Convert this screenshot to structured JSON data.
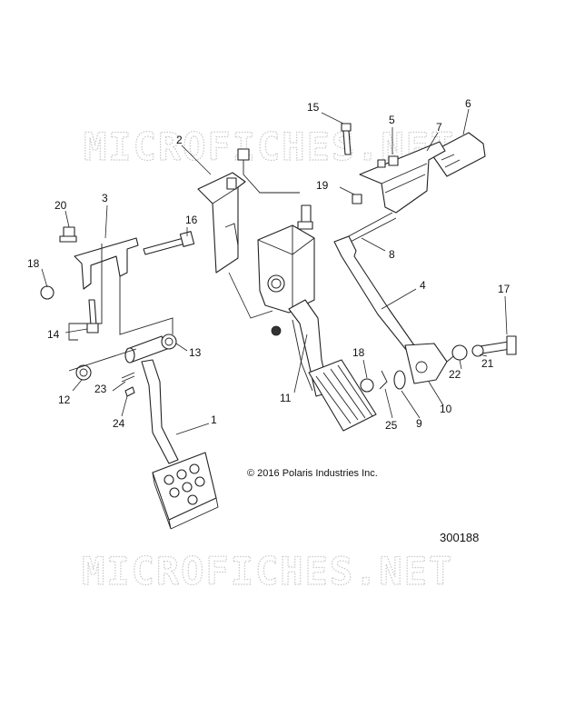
{
  "watermark": "MICROFICHES.NET",
  "copyright": "© 2016 Polaris Industries Inc.",
  "reference_number": "300188",
  "callouts": [
    "1",
    "2",
    "3",
    "4",
    "5",
    "6",
    "7",
    "8",
    "9",
    "10",
    "11",
    "12",
    "13",
    "14",
    "15",
    "16",
    "17",
    "18",
    "18",
    "19",
    "20",
    "21",
    "22",
    "23",
    "24",
    "25"
  ]
}
